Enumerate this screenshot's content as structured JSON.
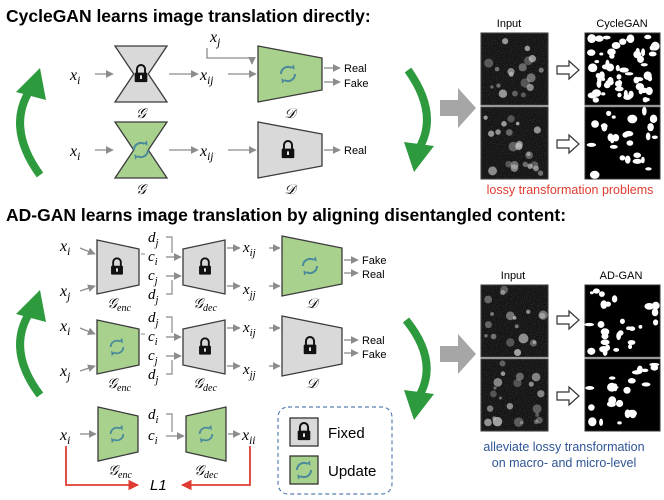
{
  "colors": {
    "fixed_fill": "#d9d9d9",
    "update_fill": "#a9d18e",
    "arrow_green": "#2e9a3e",
    "arrow_gray": "#a6a6a6",
    "problem_red": "#e03c31",
    "benefit_blue": "#2f5597",
    "loss_red": "#e03c31"
  },
  "headings": {
    "cyclegan": "CycleGAN learns image translation directly:",
    "adgan": "AD-GAN learns image translation by aligning disentangled content:"
  },
  "cyclegan": {
    "row1": {
      "in": "x",
      "in_sub": "i",
      "gen": "𝒢",
      "mid": "x",
      "mid_sub": "ij",
      "extra": "x",
      "extra_sub": "j",
      "disc": "𝒟",
      "out_top": "Real",
      "out_bottom": "Fake"
    },
    "row2": {
      "in": "x",
      "in_sub": "i",
      "gen": "𝒢",
      "mid": "x",
      "mid_sub": "ij",
      "disc": "𝒟",
      "out": "Real"
    }
  },
  "adgan": {
    "row1": {
      "x_top": "x",
      "x_top_sub": "i",
      "x_bottom": "x",
      "x_bottom_sub": "j",
      "enc": "𝒢",
      "enc_sub": "enc",
      "codes": [
        [
          "d",
          "j"
        ],
        [
          "c",
          "i"
        ],
        [
          "c",
          "j"
        ],
        [
          "d",
          "j"
        ]
      ],
      "dec": "𝒢",
      "dec_sub": "dec",
      "out_top": "x",
      "out_top_sub": "ij",
      "out_bottom": "x",
      "out_bottom_sub": "jj",
      "disc": "𝒟",
      "label_top": "Fake",
      "label_bottom": "Real"
    },
    "row2": {
      "x_top": "x",
      "x_top_sub": "i",
      "x_bottom": "x",
      "x_bottom_sub": "j",
      "enc": "𝒢",
      "enc_sub": "enc",
      "codes": [
        [
          "d",
          "j"
        ],
        [
          "c",
          "i"
        ],
        [
          "c",
          "j"
        ],
        [
          "d",
          "j"
        ]
      ],
      "dec": "𝒢",
      "dec_sub": "dec",
      "out_top": "x",
      "out_top_sub": "ij",
      "out_bottom": "x",
      "out_bottom_sub": "jj",
      "disc": "𝒟",
      "label_top": "Real",
      "label_bottom": "Fake"
    },
    "row3": {
      "in": "x",
      "in_sub": "i",
      "enc": "𝒢",
      "enc_sub": "enc",
      "codes": [
        [
          "d",
          "i"
        ],
        [
          "c",
          "i"
        ]
      ],
      "dec": "𝒢",
      "dec_sub": "dec",
      "out": "x",
      "out_sub": "ii",
      "loss": "L1"
    }
  },
  "legend": {
    "fixed": "Fixed",
    "update": "Update"
  },
  "results": {
    "top": {
      "col_input": "Input",
      "col_output": "CycleGAN",
      "caption": "lossy transformation problems"
    },
    "bottom": {
      "col_input": "Input",
      "col_output": "AD-GAN",
      "caption_line1": "alleviate lossy transformation",
      "caption_line2": "on macro- and micro-level"
    }
  }
}
